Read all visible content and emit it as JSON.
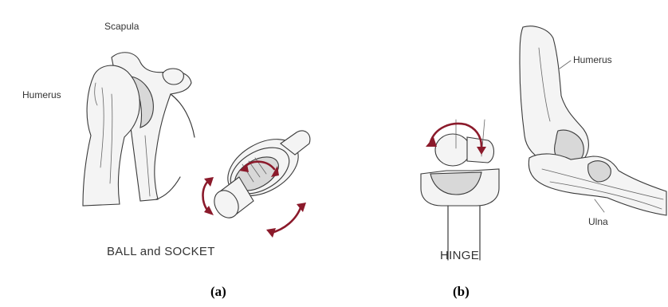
{
  "panel_a": {
    "label_scapula": "Scapula",
    "label_humerus": "Humerus",
    "joint_label": "BALL and SOCKET",
    "caption": "(a)"
  },
  "panel_b": {
    "label_humerus": "Humerus",
    "label_ulna": "Ulna",
    "joint_label": "HINGE",
    "caption": "(b)"
  },
  "colors": {
    "arrow": "#8b1a2b",
    "line": "#3a3a3a"
  }
}
